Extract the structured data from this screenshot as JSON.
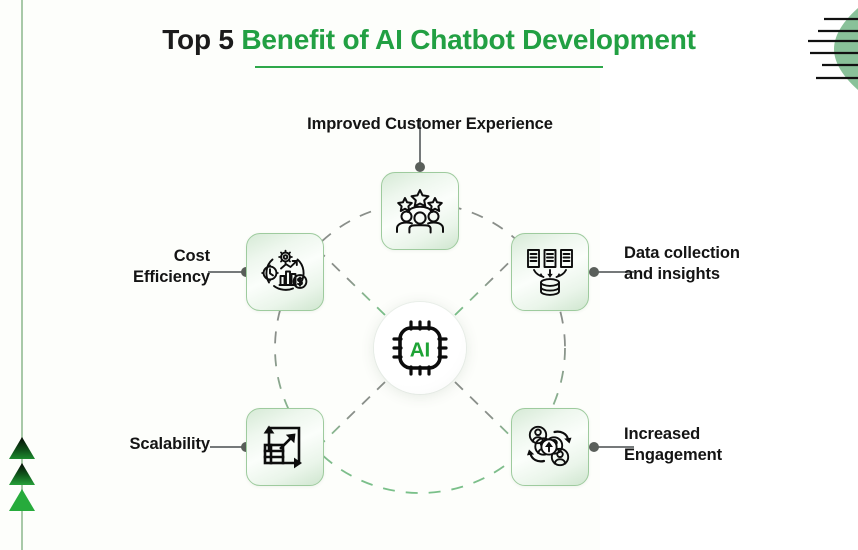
{
  "page": {
    "background": "#ffffff",
    "accent_green": "#22a043",
    "rail_green": "#a8c9a8",
    "text_dark": "#141414"
  },
  "header": {
    "title_prefix": "Top 5",
    "title_accent": "Benefit of AI Chatbot Development",
    "title_full": "Top 5 Benefit of AI Chatbot Development",
    "underline_color": "#2ea84a"
  },
  "hub": {
    "label": "AI",
    "icon": "ai-chip-icon",
    "label_color": "#22a043"
  },
  "benefits": [
    {
      "id": "improved-customer-experience",
      "label": "Improved Customer Experience",
      "icon": "people-with-stars-icon",
      "position": "top"
    },
    {
      "id": "data-collection-and-insights",
      "label": "Data collection\nand insights",
      "icon": "documents-to-database-icon",
      "position": "right-top"
    },
    {
      "id": "cost-efficiency",
      "label": "Cost\nEfficiency",
      "icon": "gear-clock-chart-coin-icon",
      "position": "left-top"
    },
    {
      "id": "scalability",
      "label": "Scalability",
      "icon": "grid-expand-arrows-icon",
      "position": "left-bottom"
    },
    {
      "id": "increased-engagement",
      "label": "Increased\nEngagement",
      "icon": "users-cycle-uparrow-icon",
      "position": "right-bottom"
    }
  ],
  "decorations": {
    "left_triangles": [
      "triangle-dark-gradient",
      "triangle-dark-gradient",
      "triangle-green"
    ],
    "top_right": "striped-leaf-decoration"
  }
}
